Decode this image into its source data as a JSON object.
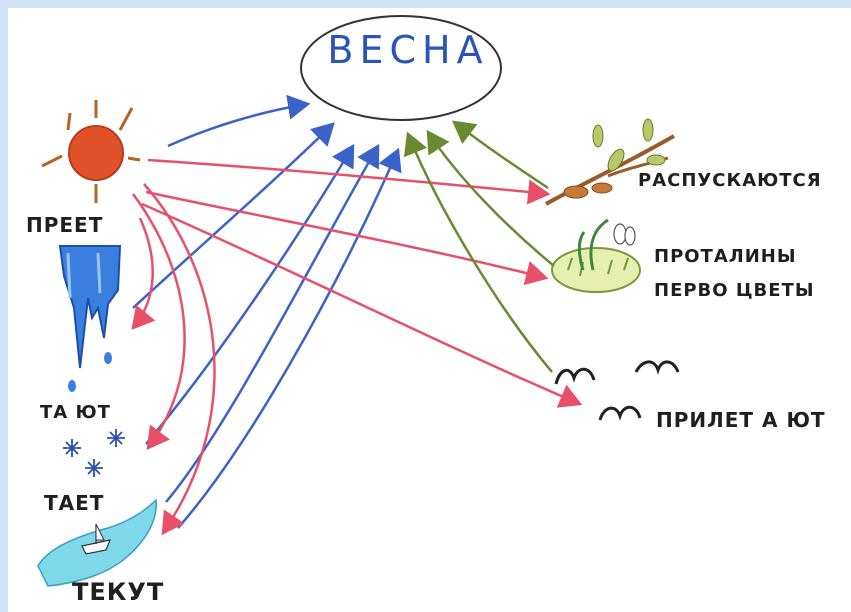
{
  "title": "ВЕСНА",
  "labels": {
    "greet": "ПРЕЕТ",
    "tayut": "ТА ЮТ",
    "taet": "ТАЕТ",
    "tekut": "ТЕКУТ",
    "raspuskayutsya": "РАСПУСКАЮТСЯ",
    "protaliny": "ПРОТАЛИНЫ",
    "pervotsvety": "ПЕРВО ЦВЕТЫ",
    "priletayut": "ПРИЛЕТ А ЮТ"
  },
  "colors": {
    "blue_arrow": "#3a62c8",
    "red_arrow": "#e8506a",
    "green_arrow": "#6a8a32",
    "sun": "#e2522a",
    "icicle": "#2f6fd0",
    "water": "#6fd2e6",
    "background_border": "#cfe3f5"
  },
  "icons": [
    "sun-icon",
    "icicles-icon",
    "snowflakes-icon",
    "stream-boat-icon",
    "budding-branch-icon",
    "snowdrop-thaw-icon",
    "birds-icon"
  ]
}
